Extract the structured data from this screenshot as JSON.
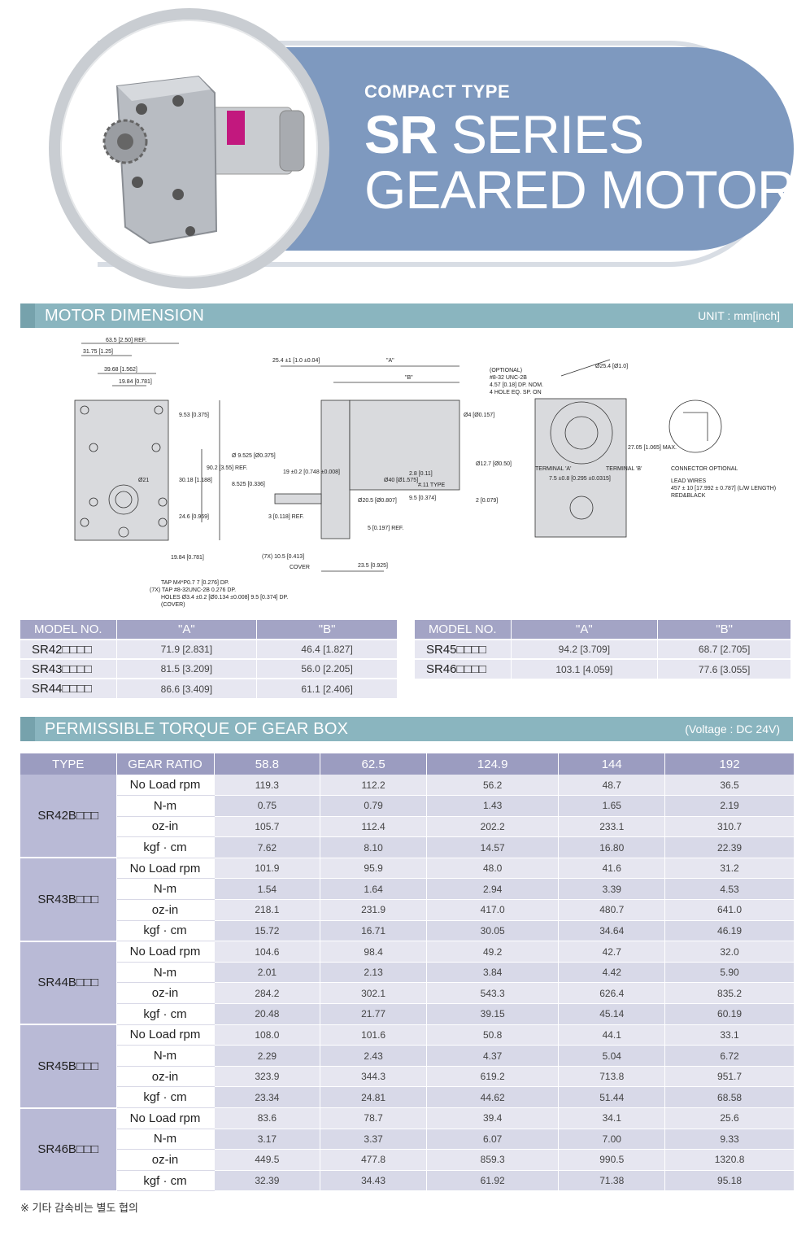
{
  "hero": {
    "subtitle": "COMPACT TYPE",
    "series_bold": "SR",
    "series_rest": " SERIES",
    "title2": "GEARED MOTOR"
  },
  "dimension_section": {
    "title": "MOTOR DIMENSION",
    "unit": "UNIT : mm[inch]"
  },
  "drawing_labels": {
    "front_w1": "63.5 [2.50] REF.",
    "front_w2": "31.75 [1.25]",
    "front_w3": "39.68 [1.562]",
    "front_w4": "19.84 [0.781]",
    "front_h1": "9.53 [0.375]",
    "front_h2": "30.18 [1.188]",
    "front_h3": "90.2 [3.55] REF.",
    "front_h4": "24.6 [0.969]",
    "front_h5": "19.84 [0.781]",
    "front_dia": "Ø21",
    "tap1": "TAP M4*P0.7  7 [0.276] DP.",
    "tap2": "(7X) TAP #8-32UNC-2B 0.276 DP.",
    "tap3": "HOLES Ø3.4 ±0.2 [Ø0.134 ±0.008]  9.5 [0.374] DP.",
    "tap4": "(COVER)",
    "side_top1": "25.4 ±1 [1.0 ±0.04]",
    "side_a": "\"A\"",
    "side_b": "\"B\"",
    "side_d1": "Ø 9.525 [Ø0.375]",
    "side_d2": "8.525 [0.336]",
    "side_d3": "19 ±0.2 [0.748 ±0.008]",
    "side_d4": "3 [0.118] REF.",
    "side_d5": "Ø20.5 [Ø0.807]",
    "side_d6": "Ø40 [Ø1.575]",
    "side_d7": "Ø4 [Ø0.157]",
    "side_d8": "2.8 [0.11]",
    "side_d9": "#.11 TYPE",
    "side_d10": "9.5 [0.374]",
    "side_d11": "5 [0.197] REF.",
    "side_d12": "(7X) 10.5 [0.413]",
    "side_d13": "COVER",
    "side_d14": "23.5 [0.925]",
    "side_d15": "Ø12.7 [Ø0.50]",
    "side_d16": "2 [0.079]",
    "opt1": "(OPTIONAL)",
    "opt2": "#8-32 UNC-2B",
    "opt3": "4.57 [0.18] DP. NOM.",
    "opt4": "4 HOLE EQ. SP. ON",
    "rear_dia": "Ø25.4 [Ø1.0]",
    "rear_h": "27.05 [1.065] MAX.",
    "rear_w": "7.5 ±0.8 [0.295 ±0.0315]",
    "term_w": "TERMINAL 'A'",
    "term_b": "TERMINAL 'B'",
    "conn1": "CONNECTOR OPTIONAL",
    "conn2": "LEAD WIRES",
    "conn3": "457 ± 10 [17.992 ± 0.787] (L/W LENGTH)",
    "conn4": "RED&BLACK"
  },
  "model_table_left": {
    "headers": [
      "MODEL NO.",
      "\"A\"",
      "\"B\""
    ],
    "rows": [
      [
        "SR42□□□□",
        "71.9 [2.831]",
        "46.4 [1.827]"
      ],
      [
        "SR43□□□□",
        "81.5 [3.209]",
        "56.0 [2.205]"
      ],
      [
        "SR44□□□□",
        "86.6 [3.409]",
        "61.1 [2.406]"
      ]
    ]
  },
  "model_table_right": {
    "headers": [
      "MODEL NO.",
      "\"A\"",
      "\"B\""
    ],
    "rows": [
      [
        "SR45□□□□",
        "94.2 [3.709]",
        "68.7 [2.705]"
      ],
      [
        "SR46□□□□",
        "103.1 [4.059]",
        "77.6 [3.055]"
      ]
    ]
  },
  "torque_section": {
    "title": "PERMISSIBLE TORQUE OF GEAR BOX",
    "voltage": "(Voltage : DC 24V)"
  },
  "torque_table": {
    "headers": [
      "TYPE",
      "GEAR RATIO",
      "58.8",
      "62.5",
      "124.9",
      "144",
      "192"
    ],
    "units": [
      "No Load rpm",
      "N-m",
      "oz-in",
      "kgf · cm"
    ],
    "groups": [
      {
        "type": "SR42B□□□",
        "rows": [
          [
            "119.3",
            "112.2",
            "56.2",
            "48.7",
            "36.5"
          ],
          [
            "0.75",
            "0.79",
            "1.43",
            "1.65",
            "2.19"
          ],
          [
            "105.7",
            "112.4",
            "202.2",
            "233.1",
            "310.7"
          ],
          [
            "7.62",
            "8.10",
            "14.57",
            "16.80",
            "22.39"
          ]
        ]
      },
      {
        "type": "SR43B□□□",
        "rows": [
          [
            "101.9",
            "95.9",
            "48.0",
            "41.6",
            "31.2"
          ],
          [
            "1.54",
            "1.64",
            "2.94",
            "3.39",
            "4.53"
          ],
          [
            "218.1",
            "231.9",
            "417.0",
            "480.7",
            "641.0"
          ],
          [
            "15.72",
            "16.71",
            "30.05",
            "34.64",
            "46.19"
          ]
        ]
      },
      {
        "type": "SR44B□□□",
        "rows": [
          [
            "104.6",
            "98.4",
            "49.2",
            "42.7",
            "32.0"
          ],
          [
            "2.01",
            "2.13",
            "3.84",
            "4.42",
            "5.90"
          ],
          [
            "284.2",
            "302.1",
            "543.3",
            "626.4",
            "835.2"
          ],
          [
            "20.48",
            "21.77",
            "39.15",
            "45.14",
            "60.19"
          ]
        ]
      },
      {
        "type": "SR45B□□□",
        "rows": [
          [
            "108.0",
            "101.6",
            "50.8",
            "44.1",
            "33.1"
          ],
          [
            "2.29",
            "2.43",
            "4.37",
            "5.04",
            "6.72"
          ],
          [
            "323.9",
            "344.3",
            "619.2",
            "713.8",
            "951.7"
          ],
          [
            "23.34",
            "24.81",
            "44.62",
            "51.44",
            "68.58"
          ]
        ]
      },
      {
        "type": "SR46B□□□",
        "rows": [
          [
            "83.6",
            "78.7",
            "39.4",
            "34.1",
            "25.6"
          ],
          [
            "3.17",
            "3.37",
            "6.07",
            "7.00",
            "9.33"
          ],
          [
            "449.5",
            "477.8",
            "859.3",
            "990.5",
            "1320.8"
          ],
          [
            "32.39",
            "34.43",
            "61.92",
            "71.38",
            "95.18"
          ]
        ]
      }
    ]
  },
  "footnote": "※ 기타 감속비는 별도 협의",
  "colors": {
    "hero": "#7e99bf",
    "section": "#8ab5bf",
    "table_header": "#9b9cc0"
  },
  "icons": [
    "motor-photo-icon"
  ]
}
